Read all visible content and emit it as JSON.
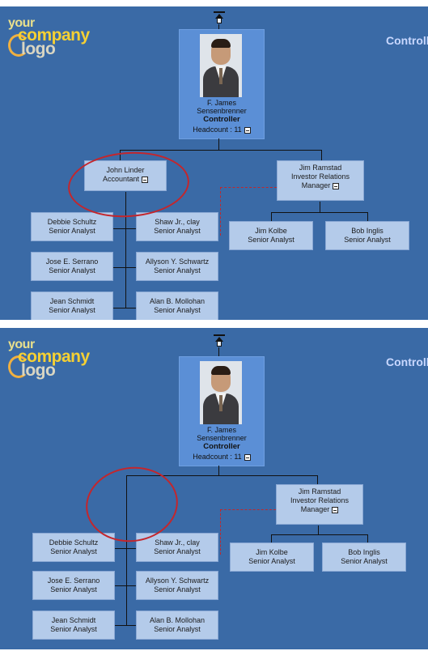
{
  "logo": {
    "line1": "your",
    "line2": "company",
    "line3": "logo"
  },
  "header_title": "Controller",
  "top": {
    "head": {
      "name": "F. James",
      "name2": "Sensenbrenner",
      "title": "Controller",
      "headcount": "Headcount : 11"
    },
    "john": {
      "name": "John Linder",
      "title": "Accountant"
    },
    "jim_ramstad": {
      "name": "Jim Ramstad",
      "title": "Investor Relations",
      "title2": "Manager"
    },
    "analysts": [
      {
        "name": "Debbie Schultz",
        "title": "Senior Analyst"
      },
      {
        "name": "Shaw Jr., clay",
        "title": "Senior Analyst"
      },
      {
        "name": "Jose E. Serrano",
        "title": "Senior Analyst"
      },
      {
        "name": "Allyson Y. Schwartz",
        "title": "Senior Analyst"
      },
      {
        "name": "Jean Schmidt",
        "title": "Senior Analyst"
      },
      {
        "name": "Alan B. Mollohan",
        "title": "Senior Analyst"
      }
    ],
    "ir_reports": [
      {
        "name": "Jim Kolbe",
        "title": "Senior Analyst"
      },
      {
        "name": "Bob Inglis",
        "title": "Senior Analyst"
      }
    ]
  },
  "bottom": {
    "head": {
      "name": "F. James",
      "name2": "Sensenbrenner",
      "title": "Controller",
      "headcount": "Headcount : 11"
    },
    "jim_ramstad": {
      "name": "Jim Ramstad",
      "title": "Investor Relations",
      "title2": "Manager"
    },
    "analysts": [
      {
        "name": "Debbie Schultz",
        "title": "Senior Analyst"
      },
      {
        "name": "Shaw Jr., clay",
        "title": "Senior Analyst"
      },
      {
        "name": "Jose E. Serrano",
        "title": "Senior Analyst"
      },
      {
        "name": "Allyson Y. Schwartz",
        "title": "Senior Analyst"
      },
      {
        "name": "Jean Schmidt",
        "title": "Senior Analyst"
      },
      {
        "name": "Alan B. Mollohan",
        "title": "Senior Analyst"
      }
    ],
    "ir_reports": [
      {
        "name": "Jim Kolbe",
        "title": "Senior Analyst"
      },
      {
        "name": "Bob Inglis",
        "title": "Senior Analyst"
      }
    ]
  },
  "colors": {
    "background": "#3a6aa6",
    "node": "#b4cbea",
    "head_box": "#5b8fd6",
    "highlight_circle": "#c4262c"
  }
}
